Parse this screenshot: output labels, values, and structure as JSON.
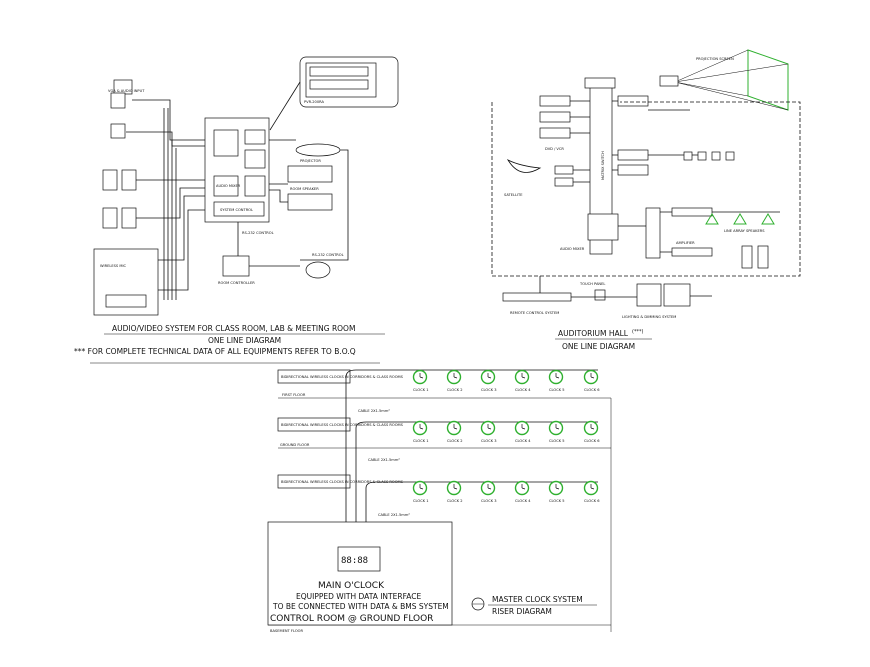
{
  "av_system": {
    "caption": "AUDIO/VIDEO SYSTEM FOR CLASS ROOM, LAB & MEETING ROOM",
    "subcaption": "ONE LINE DIAGRAM",
    "note": "*** FOR COMPLETE TECHNICAL DATA OF ALL EQUIPMENTS REFER TO B.O.Q",
    "labels": {
      "remote": "PVR-200RA",
      "projector": "PROJECTOR",
      "ceiling_speaker": "ROOM SPEAKER",
      "rs232": "RS-232 CONTROL",
      "rs232b": "RS-232 CONTROL",
      "control_panel": "SYSTEM CONTROL",
      "controller": "ROOM CONTROLLER",
      "vga": "VGA & AUDIO INPUT",
      "mic": "WIRELESS MIC",
      "audio": "AUDIO MIXER"
    }
  },
  "auditorium": {
    "caption": "AUDITORIUM HALL",
    "caption_note": "(***)",
    "subcaption": "ONE LINE DIAGRAM",
    "labels": {
      "matrix": "MATRIX SWITCH",
      "projection": "PROJECTION SCREEN",
      "remote_control": "REMOTE CONTROL SYSTEM",
      "lighting": "LIGHTING & DIMMING SYSTEM",
      "control_panel": "TOUCH PANEL",
      "audio_mixer": "AUDIO MIXER",
      "amplifier": "AMPLIFIER",
      "speakers": "LINE ARRAY SPEAKERS",
      "satellite": "SATELLITE",
      "dvd": "DVD / VCR"
    }
  },
  "clock_system": {
    "title": "MASTER CLOCK SYSTEM",
    "subtitle": "RISER DIAGRAM",
    "floors": [
      {
        "name": "FIRST FLOOR",
        "label": "BIDIRECTIONAL WIRELESS CLOCKS IN CORRIDORS & CLASS ROOMS",
        "cable": "CABLE 2X1.5mm²",
        "clocks": [
          "CLOCK 1",
          "CLOCK 2",
          "CLOCK 3",
          "CLOCK 4",
          "CLOCK 5",
          "CLOCK 6"
        ]
      },
      {
        "name": "GROUND FLOOR",
        "label": "BIDIRECTIONAL WIRELESS CLOCKS IN CORRIDORS & CLASS ROOMS",
        "cable": "CABLE 2X1.5mm²",
        "clocks": [
          "CLOCK 1",
          "CLOCK 2",
          "CLOCK 3",
          "CLOCK 4",
          "CLOCK 5",
          "CLOCK 6"
        ]
      },
      {
        "name": "BASEMENT FLOOR",
        "label": "BIDIRECTIONAL WIRELESS CLOCKS IN CORRIDORS & CLASS ROOMS",
        "cable": "CABLE 2X1.5mm²",
        "clocks": [
          "CLOCK 1",
          "CLOCK 2",
          "CLOCK 3",
          "CLOCK 4",
          "CLOCK 5",
          "CLOCK 6"
        ]
      }
    ],
    "main_clock": {
      "title": "MAIN O'CLOCK",
      "line1": "EQUIPPED WITH DATA INTERFACE",
      "line2": "TO BE CONNECTED WITH DATA & BMS SYSTEM",
      "location": "CONTROL ROOM @ GROUND FLOOR",
      "display": "88:88"
    }
  },
  "colors": {
    "lines": "#111111",
    "clock_face": "#2fb02f",
    "screen": "#2fb02f"
  }
}
